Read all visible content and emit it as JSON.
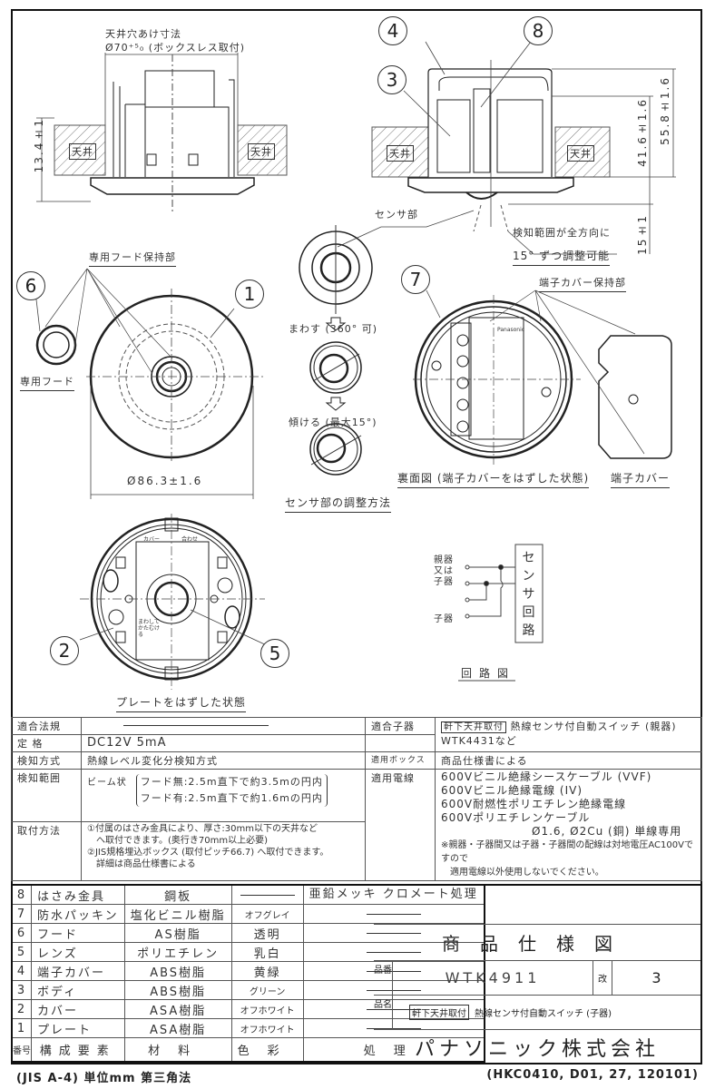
{
  "drawing": {
    "side_view_left": {
      "hole_label": "天井穴あけ寸法",
      "hole_dim": "Ø70⁺⁵₀ (ボックスレス取付)",
      "ceiling_left": "天井",
      "ceiling_right": "天井",
      "height_dim": "13.4±1"
    },
    "side_view_right": {
      "ceiling_left": "天井",
      "ceiling_right": "天井",
      "dim_total": "55.8±1.6",
      "dim_body": "41.6±1.6",
      "dim_sensor": "15±1",
      "sensor_label": "センサ部",
      "note_line1": "検知範囲が全方向に",
      "note_line2": "15° ずつ調整可能"
    },
    "front_view": {
      "hood_holder_label": "専用フード保持部",
      "hood_label": "専用フード",
      "diameter_dim": "Ø86.3±1.6"
    },
    "sensor_adjust": {
      "rotate_label": "まわす (360° 可)",
      "tilt_label": "傾ける (最大15°)",
      "title": "センサ部の調整方法"
    },
    "back_view": {
      "terminal_cover_holder_label": "端子カバー保持部",
      "caption": "裏面図 (端子カバーをはずした状態)",
      "terminal_cover_caption": "端子カバー",
      "brand_mark": "Panasonic"
    },
    "plate_removed": {
      "caption": "プレートをはずした状態",
      "mark_cover": "カバー",
      "mark_align": "合わせ",
      "mark_turn": "まわして かたむける"
    },
    "circuit": {
      "label_parent_or_child": "親器 又は 子器",
      "label_child": "子器",
      "box_label": "センサ回路",
      "title": "回路図"
    },
    "balloons": [
      "1",
      "2",
      "3",
      "4",
      "5",
      "6",
      "7",
      "8"
    ]
  },
  "spec": {
    "law_label": "適合法規",
    "law_value": "",
    "rating_label": "定 格",
    "rating_value": "DC12V 5mA",
    "method_label": "検知方式",
    "method_value": "熱線レベル変化分検知方式",
    "range_label": "検知範囲",
    "range_type": "ビーム状",
    "range_line1": "フード無:2.5m直下で約3.5mの円内",
    "range_line2": "フード有:2.5m直下で約1.6mの円内",
    "install_label": "取付方法",
    "install_line1": "①付属のはさみ金具により、厚さ:30mm以下の天井など",
    "install_line2": "へ取付できます。(奥行き70mm以上必要)",
    "install_line3": "②JIS規格埋込ボックス (取付ピッチ66.7) へ取付できます。",
    "install_line4": "詳細は商品仕様書による",
    "compat_label": "適合子器",
    "compat_tag": "軒下天井取付",
    "compat_line1": "熱線センサ付自動スイッチ (親器)",
    "compat_line2": "WTK4431など",
    "box_label": "適用ボックス",
    "box_value": "商品仕様書による",
    "wire_label": "適用電線",
    "wire_lines": [
      "600Vビニル絶縁シースケーブル (VVF)",
      "600Vビニル絶縁電線 (IV)",
      "600V耐燃性ポリエチレン絶縁電線",
      "600Vポリエチレンケーブル",
      "Ø1.6, Ø2Cu (銅) 単線専用"
    ],
    "wire_note1": "※親器・子器間又は子器・子器間の配線は対地電圧AC100Vですので",
    "wire_note2": "適用電線以外使用しないでください。"
  },
  "parts": {
    "rows": [
      {
        "no": "8",
        "name": "はさみ金具",
        "material": "鋼板",
        "color": "",
        "treatment": "亜鉛メッキ クロメート処理"
      },
      {
        "no": "7",
        "name": "防水パッキン",
        "material": "塩化ビニル樹脂",
        "color": "オフグレイ",
        "treatment": ""
      },
      {
        "no": "6",
        "name": "フード",
        "material": "AS樹脂",
        "color": "透明",
        "treatment": ""
      },
      {
        "no": "5",
        "name": "レンズ",
        "material": "ポリエチレン",
        "color": "乳白",
        "treatment": ""
      },
      {
        "no": "4",
        "name": "端子カバー",
        "material": "ABS樹脂",
        "color": "黄緑",
        "treatment": ""
      },
      {
        "no": "3",
        "name": "ボディ",
        "material": "ABS樹脂",
        "color": "グリーン",
        "treatment": ""
      },
      {
        "no": "2",
        "name": "カバー",
        "material": "ASA樹脂",
        "color": "オフホワイト",
        "treatment": ""
      },
      {
        "no": "1",
        "name": "プレート",
        "material": "ASA樹脂",
        "color": "オフホワイト",
        "treatment": ""
      }
    ],
    "headers": {
      "no": "番号",
      "name": "構成要素",
      "material": "材料",
      "color": "色彩",
      "treatment": "処理"
    }
  },
  "title_block": {
    "title": "商品仕様図",
    "part_no_label": "品番",
    "part_no": "WTK4911",
    "rev_label": "改",
    "rev": "3",
    "name_label": "品名",
    "name_tag": "軒下天井取付",
    "name_value": "熱線センサ付自動スイッチ (子器)",
    "company": "パナソニック株式会社"
  },
  "footer": {
    "left": "(JIS A-4)   単位mm   第三角法",
    "right": "(HKC0410, D01, 27, 120101)"
  }
}
